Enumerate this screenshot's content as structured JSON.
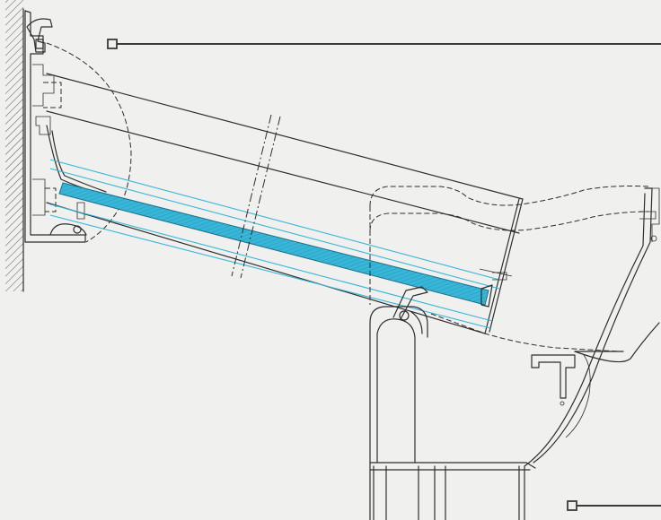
{
  "drawing": {
    "type": "technical-section-drawing",
    "accent_color": "#38b6d8",
    "line_color": "#2e2e2e",
    "background_color": "#f0f0ee",
    "hatch_color": "#555555",
    "callout_markers": [
      "upper-callout-marker",
      "lower-callout-marker"
    ],
    "glazing_panel_color": "#38b6d8"
  }
}
